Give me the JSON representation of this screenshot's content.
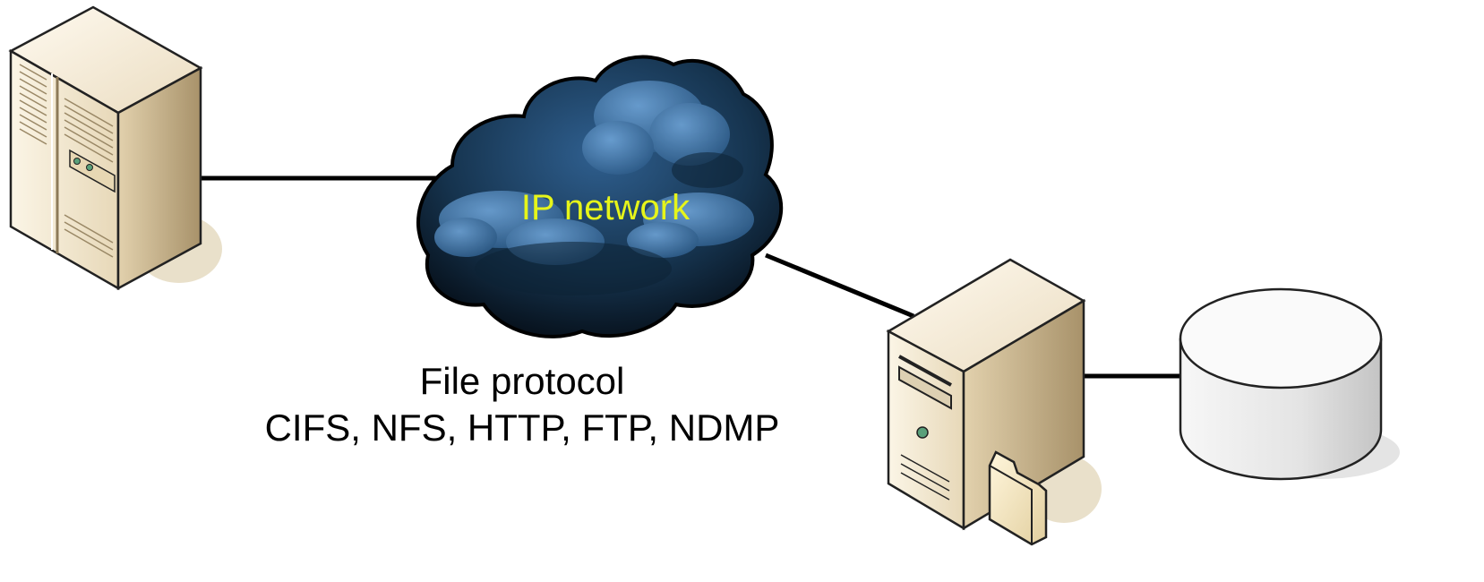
{
  "cloud": {
    "label": "IP network",
    "label_color": "#e6f51a"
  },
  "protocol": {
    "title": "File protocol",
    "list": "CIFS, NFS, HTTP, FTP, NDMP"
  },
  "colors": {
    "line": "#000000",
    "server_front": "#f1e6cd",
    "server_side": "#c9b58f",
    "cloud_dark": "#0b1c2c",
    "cloud_light": "#5a8fc2",
    "disk": "#e9e9e9"
  }
}
